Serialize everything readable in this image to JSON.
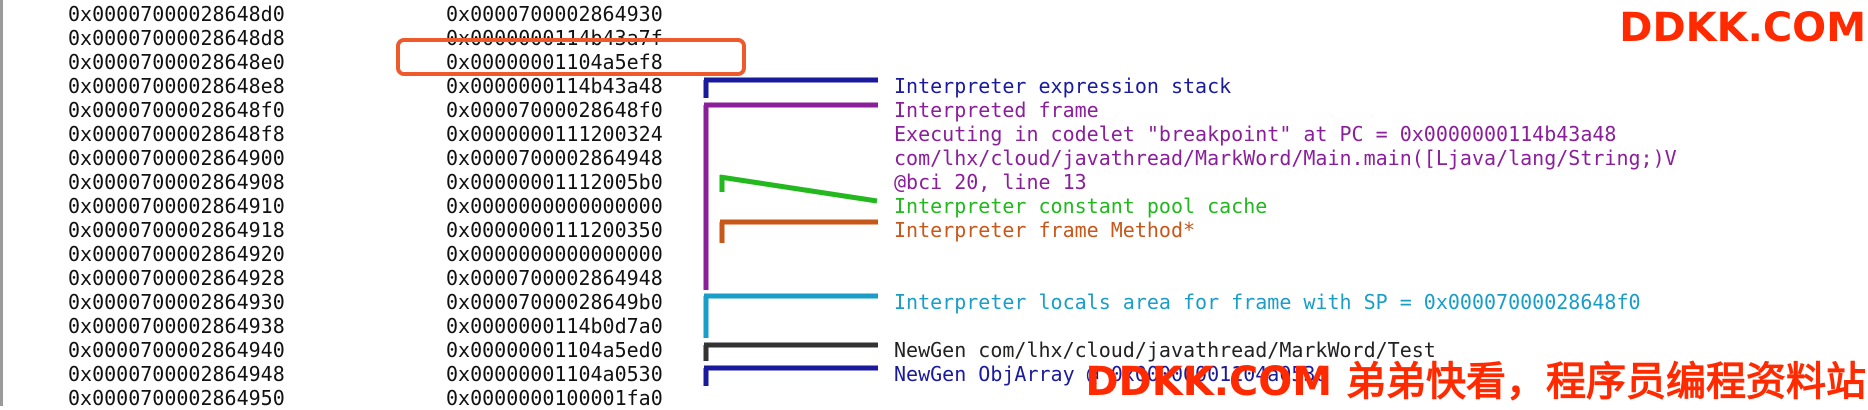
{
  "rows": [
    {
      "addr": "0x00007000028648d0",
      "value": "0x0000700002864930"
    },
    {
      "addr": "0x00007000028648d8",
      "value": "0x0000000114b43a7f"
    },
    {
      "addr": "0x00007000028648e0",
      "value": "0x00000001104a5ef8"
    },
    {
      "addr": "0x00007000028648e8",
      "value": "0x0000000114b43a48"
    },
    {
      "addr": "0x00007000028648f0",
      "value": "0x00007000028648f0"
    },
    {
      "addr": "0x00007000028648f8",
      "value": "0x0000000111200324"
    },
    {
      "addr": "0x0000700002864900",
      "value": "0x0000700002864948"
    },
    {
      "addr": "0x0000700002864908",
      "value": "0x00000001112005b0"
    },
    {
      "addr": "0x0000700002864910",
      "value": "0x0000000000000000"
    },
    {
      "addr": "0x0000700002864918",
      "value": "0x0000000111200350"
    },
    {
      "addr": "0x0000700002864920",
      "value": "0x0000000000000000"
    },
    {
      "addr": "0x0000700002864928",
      "value": "0x0000700002864948"
    },
    {
      "addr": "0x0000700002864930",
      "value": "0x00007000028649b0"
    },
    {
      "addr": "0x0000700002864938",
      "value": "0x0000000114b0d7a0"
    },
    {
      "addr": "0x0000700002864940",
      "value": "0x00000001104a5ed0"
    },
    {
      "addr": "0x0000700002864948",
      "value": "0x00000001104a0530"
    },
    {
      "addr": "0x0000700002864950",
      "value": "0x0000000100001fa0"
    }
  ],
  "annotations": [
    {
      "id": "expression-stack",
      "text": "Interpreter expression stack",
      "color": "#1a1a9c"
    },
    {
      "id": "frame",
      "text": "Interpreted frame",
      "color": "#8b1f9b"
    },
    {
      "id": "executing",
      "text": "Executing in codelet \"breakpoint\" at PC = 0x0000000114b43a48",
      "color": "#8b1f9b"
    },
    {
      "id": "method",
      "text": "com/lhx/cloud/javathread/MarkWord/Main.main([Ljava/lang/String;)V",
      "color": "#8b1f9b"
    },
    {
      "id": "bci",
      "text": "@bci 20, line 13",
      "color": "#8b1f9b"
    },
    {
      "id": "cp-cache",
      "text": "Interpreter constant pool cache",
      "color": "#22b81e"
    },
    {
      "id": "frame-method",
      "text": "Interpreter frame Method*",
      "color": "#c8581a"
    },
    {
      "id": "locals",
      "text": "Interpreter locals area for frame with SP = 0x00007000028648f0",
      "color": "#1a9ec8"
    },
    {
      "id": "newgen-test",
      "text": "NewGen com/lhx/cloud/javathread/MarkWord/Test",
      "color": "#222222"
    },
    {
      "id": "newgen-objarray",
      "text": "NewGen ObjArray @ 0x00000001104a0530",
      "color": "#1a1a9c"
    }
  ],
  "watermark": {
    "top": "DDKK.COM",
    "bottom": "DDKK.COM 弟弟快看，程序员编程资料站",
    "color": "#ff2a00"
  },
  "colors": {
    "highlight": "#ee5a2c",
    "navy": "#1a1a9c",
    "purple": "#8b1f9b",
    "green": "#22b81e",
    "orange": "#c8581a",
    "cyan": "#1a9ec8",
    "dark": "#333333"
  }
}
